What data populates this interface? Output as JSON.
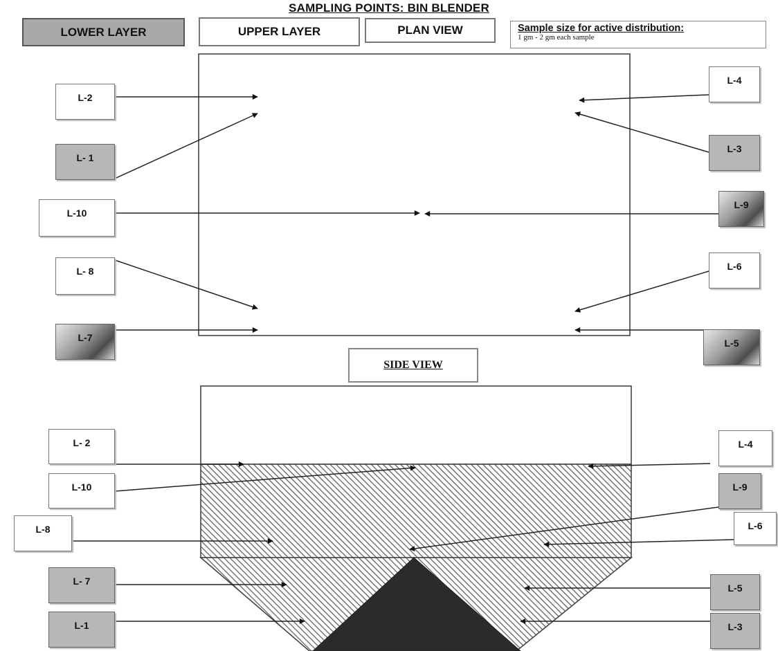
{
  "title": "SAMPLING POINTS: BIN BLENDER",
  "header": {
    "lower_layer": "LOWER LAYER",
    "upper_layer": "UPPER LAYER",
    "plan_view": "PLAN VIEW",
    "sample_title": "Sample size for active distribution:",
    "sample_note": "1 gm - 2 gm each sample"
  },
  "plan_labels": [
    "L-2",
    "L- 1",
    "L-10",
    "L- 8",
    "L-7",
    "L-4",
    "L-3",
    "L-9",
    "L-6",
    "L-5"
  ],
  "side_view_title": "SIDE VIEW",
  "side_labels": [
    "L- 2",
    "L-10",
    "L-8",
    "L- 7",
    "L-1",
    "L-4",
    "L-9",
    "L-6",
    "L-5",
    "L-3"
  ],
  "colors": {
    "line": "#222222",
    "hatch": "#555555",
    "shade": "#b7b7b7",
    "cone": "#2b2b2b"
  }
}
